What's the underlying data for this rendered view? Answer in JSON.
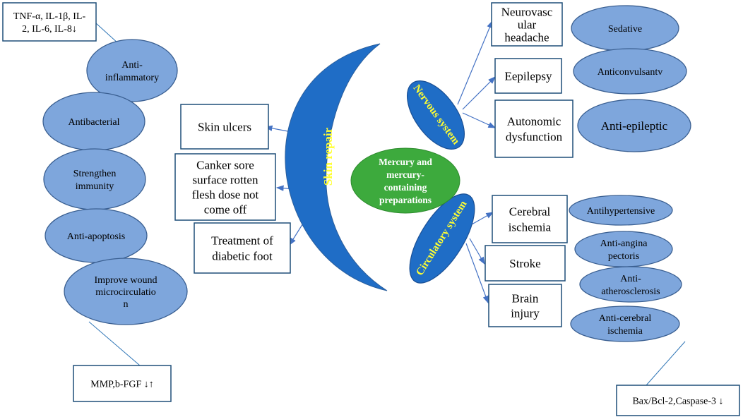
{
  "center": {
    "label": [
      "Mercury and",
      "mercury-",
      "containing",
      "preparations"
    ],
    "color": "#3daa3d",
    "text_color": "#ffffff"
  },
  "skin": {
    "arc_label": "Skin repair",
    "arc_color": "#1f6dc6",
    "label_color": "#ffff33",
    "boxes": [
      {
        "id": "skin-ulcers",
        "lines": [
          "Skin ulcers"
        ]
      },
      {
        "id": "canker-sore",
        "lines": [
          "Canker sore",
          "surface rotten",
          "flesh dose not",
          "come off"
        ]
      },
      {
        "id": "diabetic-foot",
        "lines": [
          "Treatment of",
          "diabetic foot"
        ]
      }
    ],
    "effects": [
      {
        "id": "anti-inflammatory",
        "lines": [
          "Anti-",
          "inflammatory"
        ]
      },
      {
        "id": "antibacterial",
        "lines": [
          "Antibacterial"
        ]
      },
      {
        "id": "strengthen-immunity",
        "lines": [
          "Strengthen",
          "immunity"
        ]
      },
      {
        "id": "anti-apoptosis",
        "lines": [
          "Anti-apoptosis"
        ]
      },
      {
        "id": "improve-microcirculation",
        "lines": [
          "Improve wound",
          "microcirculatio",
          "n"
        ]
      }
    ],
    "notes": [
      {
        "id": "cytokines",
        "lines": [
          "TNF-α, IL-1β, IL-",
          "2, IL-6, IL-8↓"
        ]
      },
      {
        "id": "mmp",
        "lines": [
          "MMP,b-FGF ↓↑"
        ]
      }
    ]
  },
  "nervous": {
    "label": "Nervous system",
    "boxes": [
      {
        "id": "neurovascular-headache",
        "lines": [
          "Neurovasc",
          "ular",
          "headache"
        ]
      },
      {
        "id": "epilepsy",
        "lines": [
          "Eepilepsy"
        ]
      },
      {
        "id": "autonomic-dysfunction",
        "lines": [
          "Autonomic",
          "dysfunction"
        ]
      }
    ],
    "effects": [
      {
        "id": "sedative",
        "lines": [
          "Sedative"
        ]
      },
      {
        "id": "anticonvulsant",
        "lines": [
          "Anticonvulsantv"
        ]
      },
      {
        "id": "anti-epileptic",
        "lines": [
          "Anti-epileptic"
        ]
      }
    ]
  },
  "circulatory": {
    "label": "Circulatory system",
    "boxes": [
      {
        "id": "cerebral-ischemia",
        "lines": [
          "Cerebral",
          "ischemia"
        ]
      },
      {
        "id": "stroke",
        "lines": [
          "Stroke"
        ]
      },
      {
        "id": "brain-injury",
        "lines": [
          "Brain",
          "injury"
        ]
      }
    ],
    "effects": [
      {
        "id": "antihypertensive",
        "lines": [
          "Antihypertensive"
        ]
      },
      {
        "id": "anti-angina",
        "lines": [
          "Anti-angina",
          "pectoris"
        ]
      },
      {
        "id": "anti-atherosclerosis",
        "lines": [
          "Anti-",
          "atherosclerosis"
        ]
      },
      {
        "id": "anti-cerebral-ischemia",
        "lines": [
          "Anti-cerebral",
          "ischemia"
        ]
      }
    ],
    "notes": [
      {
        "id": "bax",
        "lines": [
          "Bax/Bcl-2,Caspase-3 ↓"
        ]
      }
    ]
  },
  "colors": {
    "ellipse_fill": "#7ea6dc",
    "ellipse_stroke": "#3a5f91",
    "box_stroke": "#1f4e79",
    "arrow": "#4472c4",
    "line": "#2e75b6",
    "dark_blue": "#1f6dc6"
  }
}
